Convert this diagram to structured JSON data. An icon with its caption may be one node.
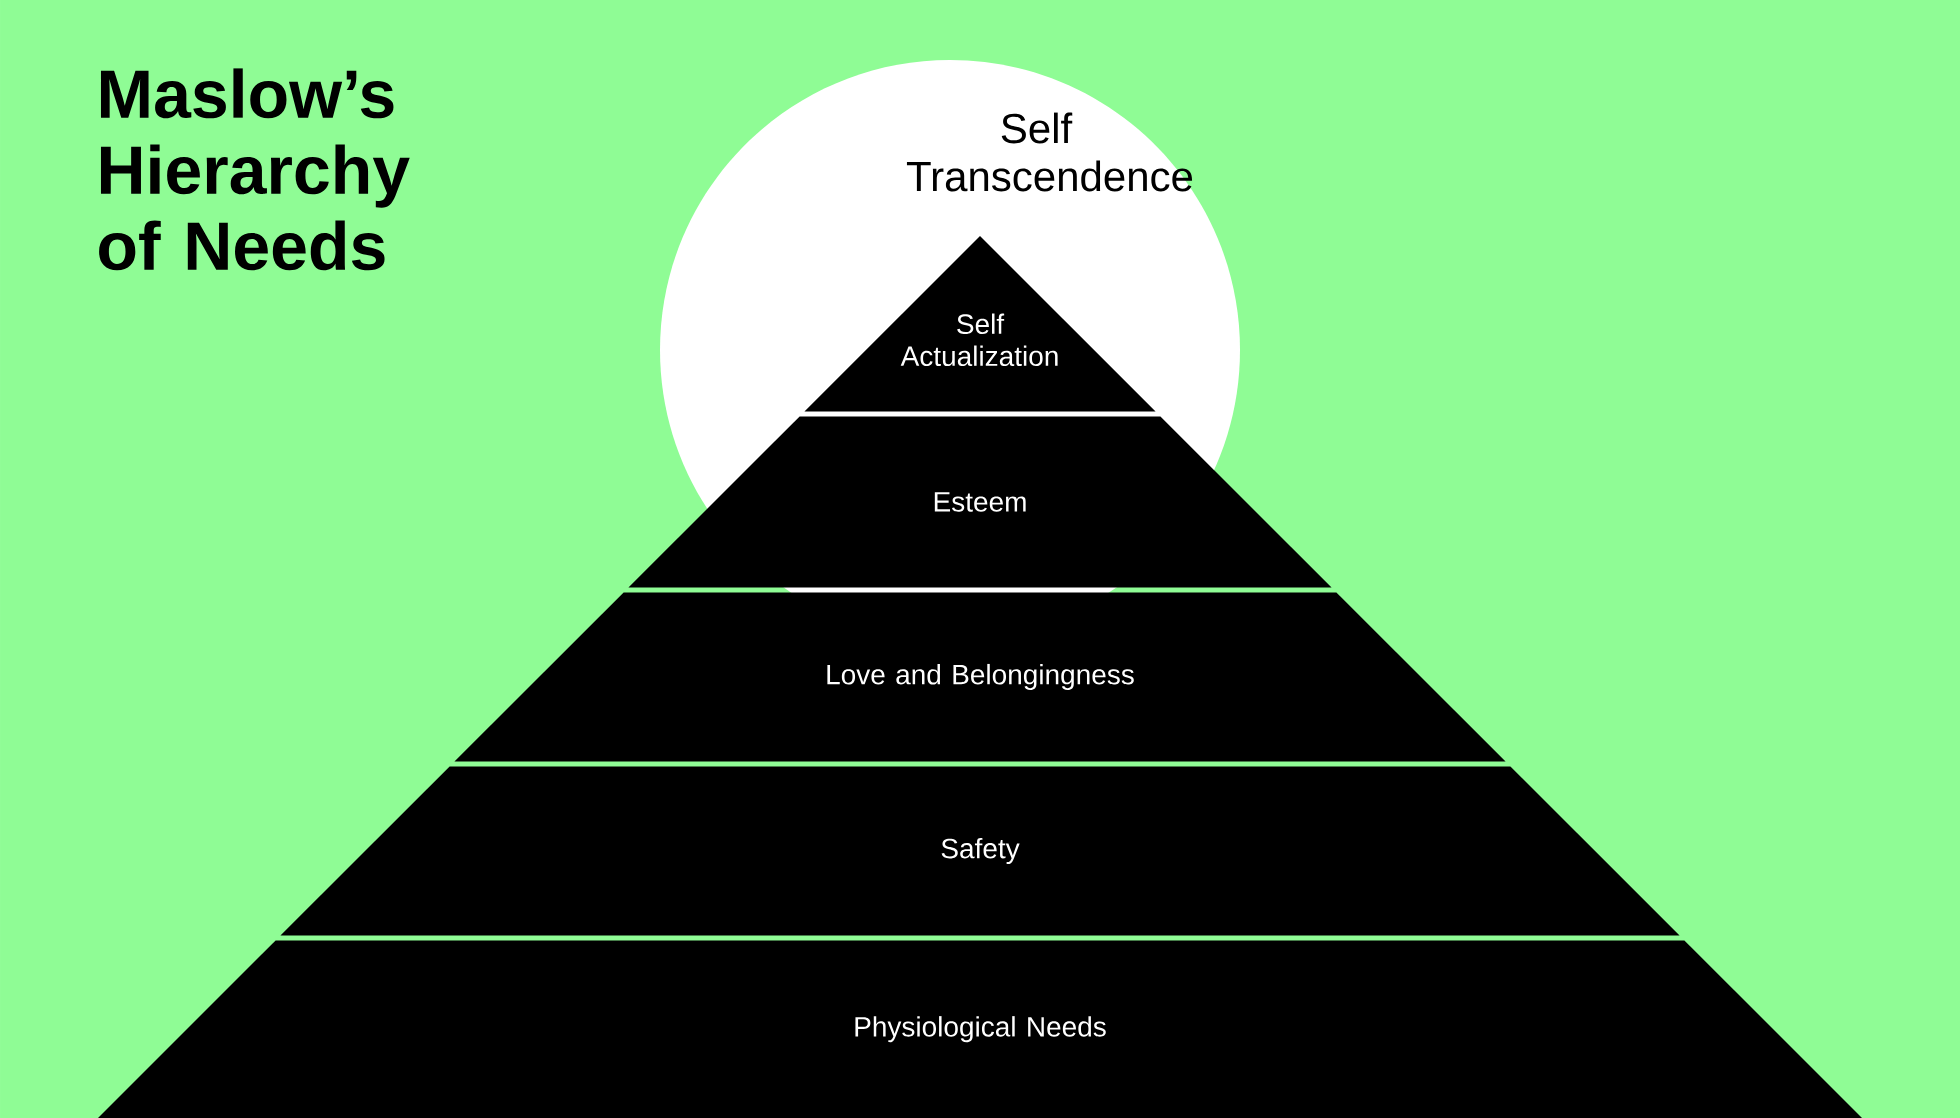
{
  "diagram": {
    "title": "Maslow’s Hierarchy of Needs",
    "nodes": [
      {
        "text": [
          "Self Transcendence"
        ]
      },
      {
        "text": [
          "Self Actualization"
        ],
        "in": 0
      },
      {
        "text": [
          "Esteem"
        ]
      },
      {
        "text": [
          "Love and Belongingness"
        ]
      },
      {
        "text": [
          "Safety"
        ]
      },
      {
        "text": [
          "Physiological Needs"
        ]
      }
    ]
  }
}
